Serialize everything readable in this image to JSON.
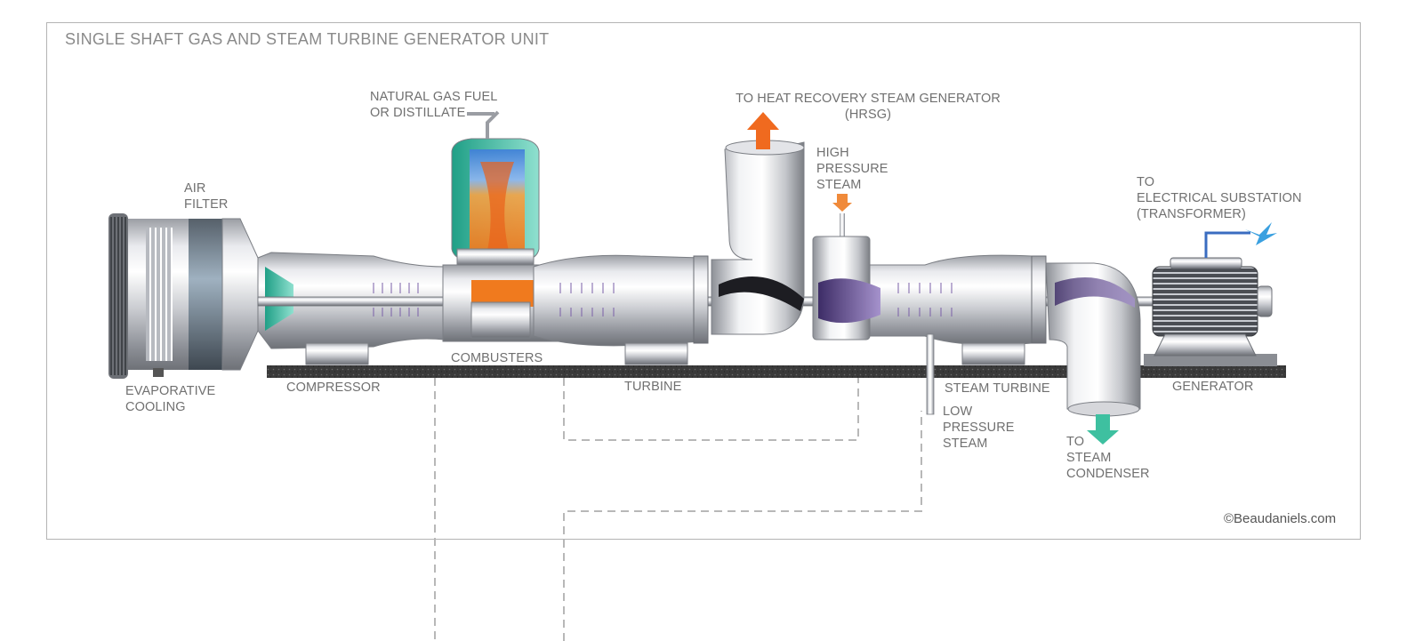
{
  "title": "SINGLE SHAFT GAS AND STEAM TURBINE GENERATOR UNIT",
  "labels": {
    "air_filter": "AIR\nFILTER",
    "evaporative_cooling": "EVAPORATIVE\nCOOLING",
    "compressor": "COMPRESSOR",
    "fuel": "NATURAL GAS FUEL\nOR DISTILLATE",
    "combusters": "COMBUSTERS",
    "turbine": "TURBINE",
    "hrsg": "TO  HEAT RECOVERY STEAM GENERATOR\n(HRSG)",
    "hp_steam": "HIGH\nPRESSURE\n STEAM",
    "steam_turbine": "STEAM TURBINE",
    "lp_steam": "LOW\nPRESSURE\nSTEAM",
    "condenser": "TO\nSTEAM\nCONDENSER",
    "substation": "TO\nELECTRICAL SUBSTATION\n(TRANSFORMER)",
    "generator": "GENERATOR"
  },
  "copyright": "©Beaudaniels.com",
  "colors": {
    "label_text": "#707070",
    "steel_light": "#f4f4f6",
    "steel_dark": "#8a8d93",
    "flame_orange": "#f07a1e",
    "flame_blue": "#3f7fd8",
    "teal_inlet": "#2fb29a",
    "steam_purple": "#5d4a86",
    "hrsg_arrow": "#f06a1f",
    "condenser_arrow": "#3ec0a0",
    "base_plate": "#3b3b3b",
    "dashed_line": "#b8b8b8",
    "electric_blue": "#3aa0e0"
  }
}
